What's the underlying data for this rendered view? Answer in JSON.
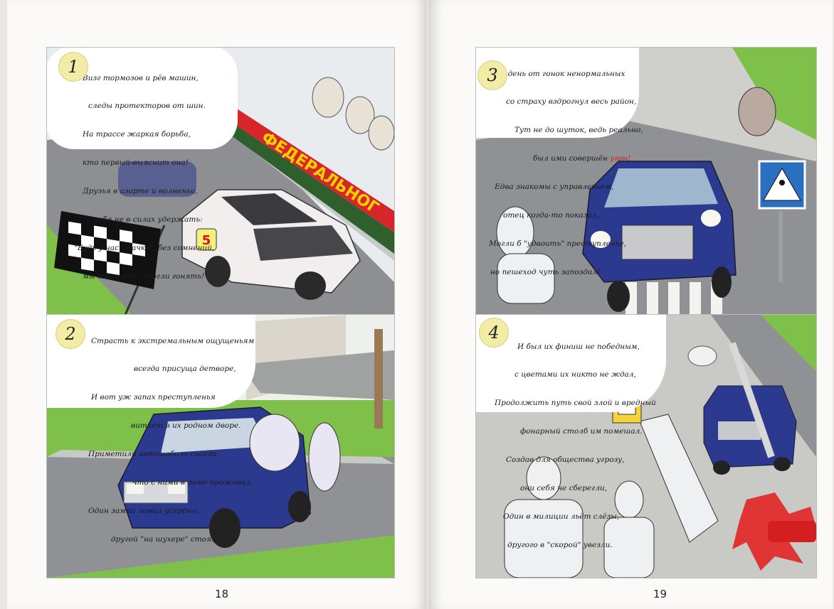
{
  "book": {
    "left_page_number": "18",
    "right_page_number": "19"
  },
  "panels": [
    {
      "number": "1",
      "lines": [
        "Визг тормозов и рёв машин,",
        "следы протекторов от шин.",
        "На трассе жаркая борьба,",
        "кто первый-выяснит она!",
        "Друзья в азарте и волненьи,",
        "себя не в силах удержать:",
        "\"Будь у нас \"тачка\", без сомнений,",
        "мы также бы смогли гонять!\""
      ],
      "banner_text": "ФЕДЕРАЛЬНОГ",
      "car_number": "5"
    },
    {
      "number": "2",
      "lines": [
        "Страсть к экстремальным ощущеньям",
        "всегда присуща детворе,",
        "И вот уж запах преступленья",
        "витает в их родном дворе.",
        "Приметили автомобиль соседа,",
        "что с ними в доме проживал,",
        "Один замки ломал усердно,",
        "другой \"на шухере\" стоял."
      ]
    },
    {
      "number": "3",
      "lines": [
        "В тот день от гонок ненормальных",
        "со страху вздрогнул весь район,",
        "Тут не до шуток, ведь реально,",
        "был ими совершён",
        "Едва знакомы с управленьем,",
        "отец когда-то показал,",
        "Могли б \"удвоить\" преступленье,",
        "но пешеход чуть запоздал!"
      ],
      "highlight_word": "угон!"
    },
    {
      "number": "4",
      "lines": [
        "И был их финиш не победным,",
        "с цветами их никто не ждал,",
        "Продолжить путь свой злой и вредный",
        "фонарный столб им помешал.",
        "Создав для общества угрозу,",
        "они себя не сберегли,",
        "Один в милиции льёт слёзы,",
        "другого в \"скорой\" увезли."
      ]
    }
  ],
  "colors": {
    "car_blue": "#2b3a8f",
    "grass_green": "#7fc04a",
    "asphalt": "#8f9194",
    "highlight_red": "#d01818",
    "number_circle": "#f3eca6"
  }
}
